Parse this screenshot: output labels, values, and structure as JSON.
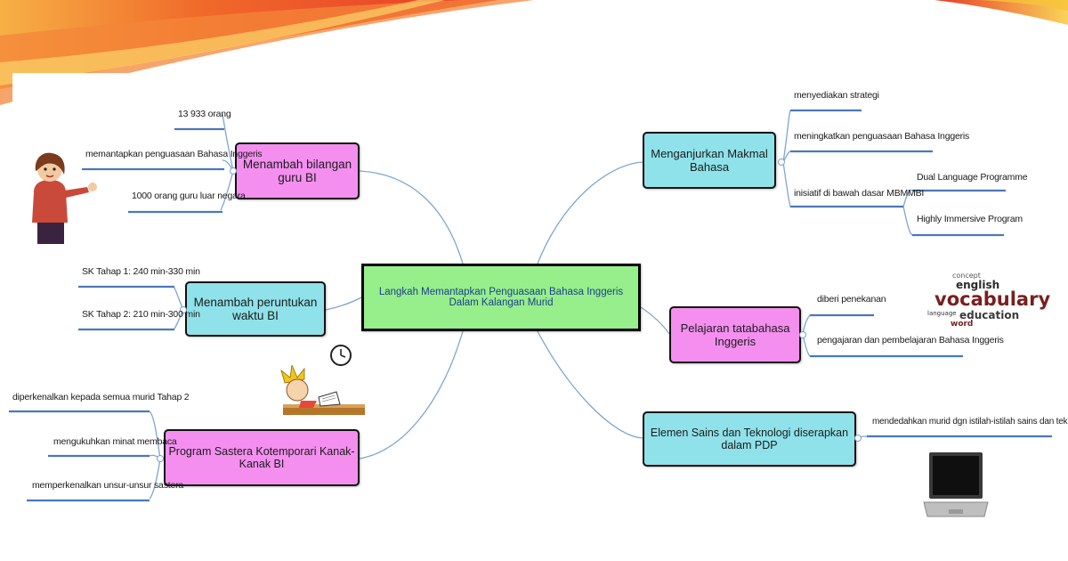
{
  "central": {
    "label": "Langkah Memantapkan Penguasaan Bahasa Inggeris Dalam Kalangan Murid"
  },
  "left_branches": [
    {
      "label": "Menambah bilangan guru BI",
      "leaves": [
        "13 933 orang",
        "memantapkan penguasaan Bahasa Inggeris",
        "1000 orang guru luar negara"
      ]
    },
    {
      "label": "Menambah peruntukan waktu BI",
      "leaves": [
        "SK Tahap 1: 240 min-330 min",
        "SK Tahap 2: 210 min-300 min"
      ]
    },
    {
      "label": "Program Sastera Kotemporari Kanak-Kanak BI",
      "leaves": [
        "diperkenalkan kepada semua murid Tahap 2",
        "mengukuhkan minat membaca",
        "memperkenalkan unsur-unsur sastera"
      ]
    }
  ],
  "right_branches": [
    {
      "label": "Menganjurkan Makmal Bahasa",
      "leaves": [
        "menyediakan strategi",
        "meningkatkan penguasaan Bahasa Inggeris",
        "inisiatif di bawah dasar MBMMBI"
      ],
      "subleaves": [
        "Dual Language Programme",
        "Highly Immersive Program"
      ]
    },
    {
      "label": "Pelajaran tatabahasa Inggeris",
      "leaves": [
        "diberi penekanan",
        "pengajaran dan pembelajaran Bahasa Inggeris"
      ]
    },
    {
      "label": "Elemen Sains dan Teknologi diserapkan dalam PDP",
      "leaves": [
        "mendedahkan murid dgn istilah-istilah sains dan teknologi"
      ]
    }
  ],
  "word_cloud": {
    "big": "vocabulary",
    "words": [
      "english",
      "education",
      "concept",
      "language",
      "word"
    ]
  },
  "colors": {
    "pink": "#f48ff0",
    "cyan": "#8fe2ea",
    "central": "#96ef8a",
    "link": "#7ea6cf",
    "underline": "#4a78b8"
  },
  "icons": [
    "teacher-illustration",
    "clock-icon",
    "reading-child-illustration",
    "laptop-icon"
  ]
}
